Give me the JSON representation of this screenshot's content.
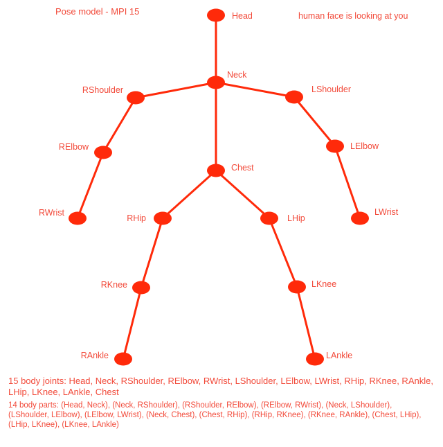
{
  "title": "Pose model - MPI 15",
  "note": "human face is looking at you",
  "colors": {
    "skeleton": "#ff2a0a",
    "text": "#f24a3a",
    "background": "#ffffff"
  },
  "joints": {
    "head": "Head",
    "neck": "Neck",
    "rshoulder": "RShoulder",
    "relbow": "RElbow",
    "rwrist": "RWrist",
    "lshoulder": "LShoulder",
    "lelbow": "LElbow",
    "lwrist": "LWrist",
    "chest": "Chest",
    "rhip": "RHip",
    "rknee": "RKnee",
    "rankle": "RAnkle",
    "lhip": "LHip",
    "lknee": "LKnee",
    "lankle": "LAnkle"
  },
  "bones": [
    [
      "head",
      "neck"
    ],
    [
      "neck",
      "rshoulder"
    ],
    [
      "rshoulder",
      "relbow"
    ],
    [
      "relbow",
      "rwrist"
    ],
    [
      "neck",
      "lshoulder"
    ],
    [
      "lshoulder",
      "lelbow"
    ],
    [
      "lelbow",
      "lwrist"
    ],
    [
      "neck",
      "chest"
    ],
    [
      "chest",
      "rhip"
    ],
    [
      "rhip",
      "rknee"
    ],
    [
      "rknee",
      "rankle"
    ],
    [
      "chest",
      "lhip"
    ],
    [
      "lhip",
      "lknee"
    ],
    [
      "lknee",
      "lankle"
    ]
  ],
  "captions": {
    "joints": "15 body joints: Head, Neck, RShoulder, RElbow, RWrist, LShoulder, LElbow, LWrist, RHip, RKnee, RAnkle, LHip, LKnee, LAnkle, Chest",
    "parts": "14 body parts: (Head, Neck), (Neck, RShoulder), (RShoulder, RElbow), (RElbow, RWrist), (Neck, LShoulder), (LShoulder, LElbow), (LElbow, LWrist), (Neck, Chest), (Chest, RHip), (RHip, RKnee), (RKnee, RAnkle), (Chest, LHip), (LHip, LKnee), (LKnee, LAnkle)"
  }
}
